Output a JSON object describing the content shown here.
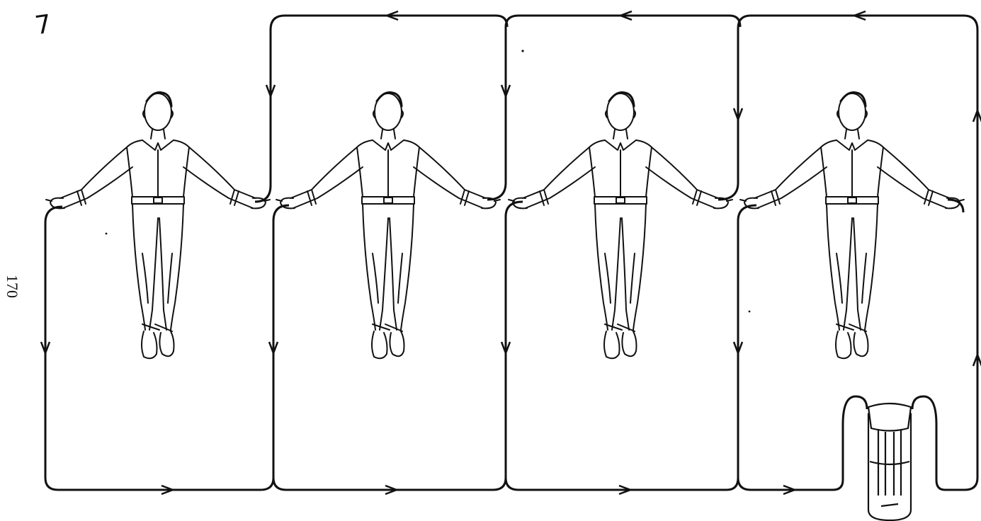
{
  "figure": {
    "corner_mark": "7",
    "page_number": "170"
  },
  "people": [
    {
      "id": "person-1"
    },
    {
      "id": "person-2"
    },
    {
      "id": "person-3"
    },
    {
      "id": "person-4"
    }
  ],
  "components": {
    "cell_jar": "battery-jar",
    "wire": "connecting-wire"
  },
  "style": {
    "line_color": "#111111",
    "background": "#ffffff"
  }
}
